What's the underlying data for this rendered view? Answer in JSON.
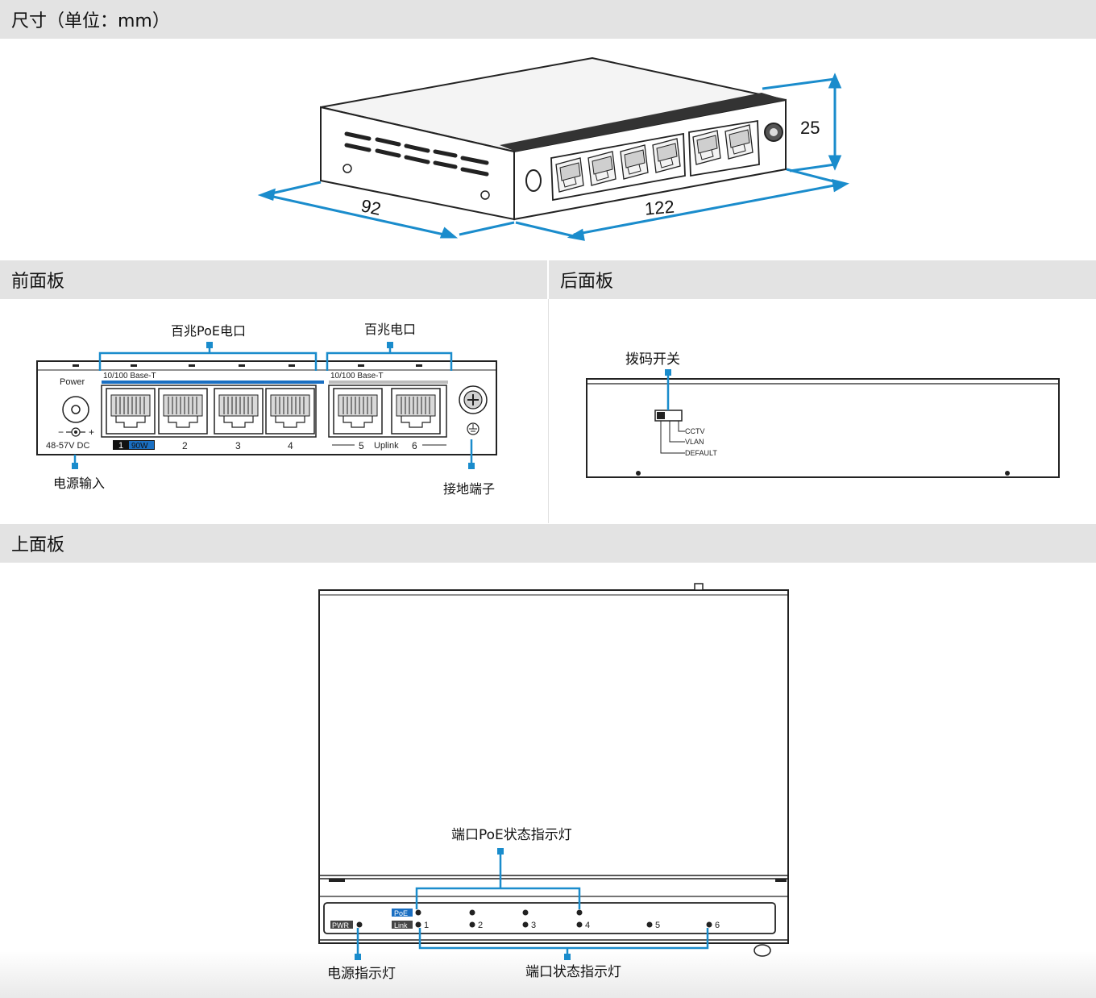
{
  "sections": {
    "dimensions": "尺寸（单位：mm）",
    "front_panel": "前面板",
    "rear_panel": "后面板",
    "top_panel": "上面板"
  },
  "dimensions": {
    "width": "122",
    "depth": "92",
    "height": "25"
  },
  "front": {
    "callout_poe_ports": "百兆PoE电口",
    "callout_ports": "百兆电口",
    "callout_power_input": "电源输入",
    "callout_ground": "接地端子",
    "label_power": "Power",
    "label_base_t_poe": "10/100 Base-T",
    "label_base_t": "10/100 Base-T",
    "label_voltage": "48-57V DC",
    "label_port1": "1",
    "label_90w": "90W",
    "label_port2": "2",
    "label_port3": "3",
    "label_port4": "4",
    "label_port5": "5",
    "label_uplink": "Uplink",
    "label_port6": "6",
    "label_polarity_minus": "−",
    "label_polarity_plus": "+"
  },
  "rear": {
    "callout_dip_switch": "拨码开关",
    "dip_cctv": "CCTV",
    "dip_vlan": "VLAN",
    "dip_default": "DEFAULT"
  },
  "top": {
    "callout_poe_led": "端口PoE状态指示灯",
    "callout_power_led": "电源指示灯",
    "callout_port_led": "端口状态指示灯",
    "led_poe": "PoE",
    "led_link": "Link",
    "led_pwr": "PWR",
    "led_port1": "1",
    "led_port2": "2",
    "led_port3": "3",
    "led_port4": "4",
    "led_port5": "5",
    "led_port6": "6"
  },
  "colors": {
    "callout_blue": "#1a8ccc",
    "section_bar": "#e3e3e3",
    "device_stroke": "#222222"
  }
}
